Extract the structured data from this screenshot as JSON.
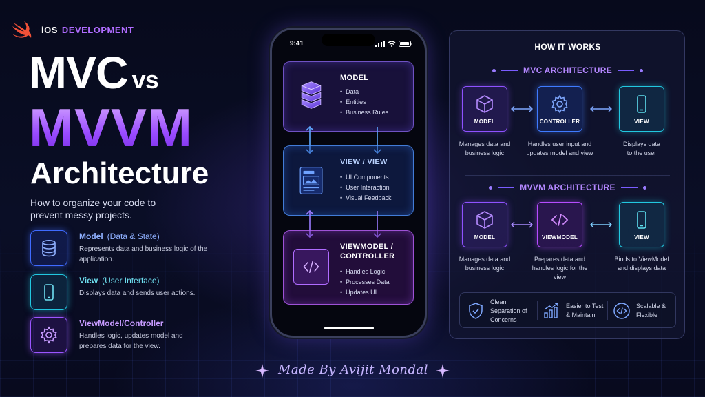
{
  "header": {
    "ios_label": "iOS",
    "dev_label": "DEVELOPMENT"
  },
  "hero": {
    "title_mvc": "MVC",
    "title_vs": "vs",
    "title_mvvm": "MVVM",
    "title_arch": "Architecture",
    "subtitle": "How to organize your code to prevent messy projects."
  },
  "features": [
    {
      "title": "Model",
      "paren": "(Data & State)",
      "desc": "Represents data and business logic of the application.",
      "icon": "database-icon"
    },
    {
      "title": "View",
      "paren": "(User Interface)",
      "desc": "Displays data and sends user actions.",
      "icon": "phone-icon"
    },
    {
      "title": "ViewModel/Controller",
      "paren": "",
      "desc": "Handles logic, updates model and prepares data for the view.",
      "icon": "gear-icon"
    }
  ],
  "phone": {
    "time": "9:41",
    "cards": [
      {
        "title": "MODEL",
        "title2": "",
        "items": [
          "Data",
          "Entities",
          "Business Rules"
        ],
        "icon": "server-stack-icon"
      },
      {
        "title": "VIEW / VIEW",
        "title2": "",
        "items": [
          "UI Components",
          "User Interaction",
          "Visual Feedback"
        ],
        "icon": "screen-layout-icon"
      },
      {
        "title": "VIEWMODEL /",
        "title2": "CONTROLLER",
        "items": [
          "Handles Logic",
          "Processes Data",
          "Updates UI"
        ],
        "icon": "code-icon"
      }
    ]
  },
  "panel": {
    "title": "HOW IT WORKS",
    "mvc": {
      "heading": "MVC ARCHITECTURE",
      "boxes": [
        {
          "label": "MODEL",
          "desc": "Manages data and business logic",
          "icon": "cube-icon"
        },
        {
          "label": "CONTROLLER",
          "desc": "Handles user input and updates model and view",
          "icon": "gear-icon"
        },
        {
          "label": "VIEW",
          "desc": "Displays data to the user",
          "icon": "phone-icon"
        }
      ]
    },
    "mvvm": {
      "heading": "MVVM ARCHITECTURE",
      "boxes": [
        {
          "label": "MODEL",
          "desc": "Manages data and business logic",
          "icon": "cube-icon"
        },
        {
          "label": "VIEWMODEL",
          "desc": "Prepares data and handles logic for the view",
          "icon": "code-icon"
        },
        {
          "label": "VIEW",
          "desc": "Binds to ViewModel and displays data",
          "icon": "phone-icon"
        }
      ]
    },
    "benefits": [
      {
        "text": "Clean Separation of Concerns",
        "icon": "shield-check-icon"
      },
      {
        "text": "Easier to Test & Maintain",
        "icon": "chart-up-icon"
      },
      {
        "text": "Scalable & Flexible",
        "icon": "code-circle-icon"
      }
    ]
  },
  "footer": {
    "credit": "Made By Avijit Mondal"
  },
  "colors": {
    "purple": "#9b55ff",
    "blue": "#3f6bff",
    "cyan": "#22c8e0",
    "pink": "#b64cff",
    "swift_orange": "#f05138"
  }
}
